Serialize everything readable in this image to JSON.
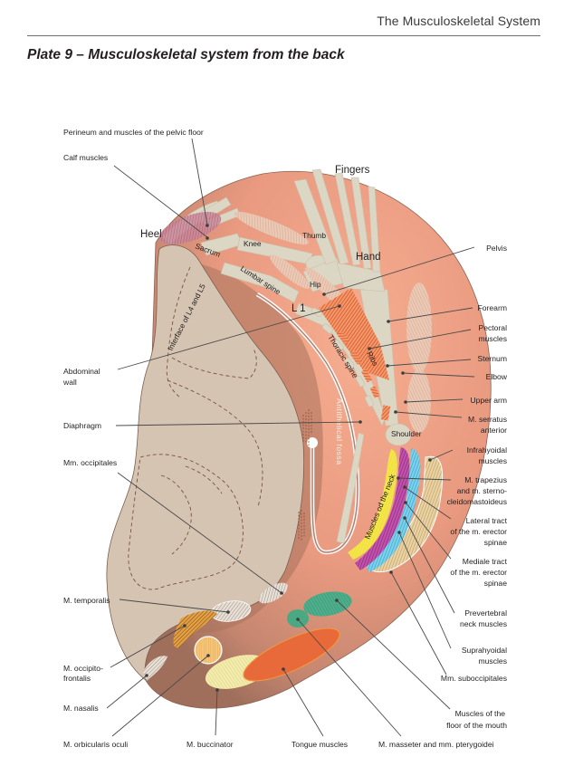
{
  "header": {
    "running_head": "The Musculoskeletal System",
    "plate_title": "Plate 9 – Musculoskeletal system from the back"
  },
  "figure": {
    "region_labels": {
      "fingers": "Fingers",
      "heel": "Heel",
      "hand": "Hand",
      "thumb": "Thumb",
      "knee": "Knee",
      "sacrum": "Sacrum",
      "hip": "Hip",
      "lumbar_spine": "Lumbar spine",
      "l1": "L 1",
      "thoracic_spine": "Thoracic spine",
      "ribs": "Ribs",
      "shoulder": "Shoulder",
      "interface_l4_l5": "Interface of L4 and L5",
      "antithelical_fossa": "Antithelical fossa",
      "muscles_of_neck": "Muscles od the neck"
    },
    "callouts_left": [
      {
        "id": "perineum",
        "lines": [
          "Perineum and muscles of the pelvic floor"
        ]
      },
      {
        "id": "calf",
        "lines": [
          "Calf muscles"
        ]
      },
      {
        "id": "abdominal",
        "lines": [
          "Abdominal",
          "wall"
        ]
      },
      {
        "id": "diaphragm",
        "lines": [
          "Diaphragm"
        ]
      },
      {
        "id": "occipitales",
        "lines": [
          "Mm. occipitales"
        ]
      },
      {
        "id": "temporalis",
        "lines": [
          "M. temporalis"
        ]
      },
      {
        "id": "occipitofrontalis",
        "lines": [
          "M. occipito-",
          "frontalis"
        ]
      },
      {
        "id": "nasalis",
        "lines": [
          "M. nasalis"
        ]
      }
    ],
    "callouts_bottom": [
      {
        "id": "orbicularis",
        "lines": [
          "M. orbicularis oculi"
        ]
      },
      {
        "id": "buccinator",
        "lines": [
          "M. buccinator"
        ]
      },
      {
        "id": "tongue",
        "lines": [
          "Tongue muscles"
        ]
      },
      {
        "id": "masseter",
        "lines": [
          "M. masseter and mm. pterygoidei"
        ]
      }
    ],
    "callouts_right": [
      {
        "id": "pelvis",
        "lines": [
          "Pelvis"
        ]
      },
      {
        "id": "forearm",
        "lines": [
          "Forearm"
        ]
      },
      {
        "id": "pectoral",
        "lines": [
          "Pectoral",
          "muscles"
        ]
      },
      {
        "id": "sternum",
        "lines": [
          "Sternum"
        ]
      },
      {
        "id": "elbow",
        "lines": [
          "Elbow"
        ]
      },
      {
        "id": "upper_arm",
        "lines": [
          "Upper arm"
        ]
      },
      {
        "id": "serratus",
        "lines": [
          "M. serratus",
          "anterior"
        ]
      },
      {
        "id": "infrahyoidal",
        "lines": [
          "Infrahyoidal",
          "muscles"
        ]
      },
      {
        "id": "trapezius",
        "lines": [
          "M. trapezius",
          "and m. sterno-",
          "cleidomastoideus"
        ]
      },
      {
        "id": "lateral_tract",
        "lines": [
          "Lateral tract",
          "of the m. erector",
          "spinae"
        ]
      },
      {
        "id": "mediale_tract",
        "lines": [
          "Mediale tract",
          "of the m. erector",
          "spinae"
        ]
      },
      {
        "id": "prevertebral",
        "lines": [
          "Prevertebral",
          "neck muscles"
        ]
      },
      {
        "id": "suprahyoidal",
        "lines": [
          "Suprahyoidal",
          "muscles"
        ]
      },
      {
        "id": "suboccipitales",
        "lines": [
          "Mm. suboccipitales"
        ]
      },
      {
        "id": "floor_mouth",
        "lines": [
          "Muscles of the",
          "floor of the mouth"
        ]
      }
    ],
    "colors": {
      "skin_light": "#f0a488",
      "skin_dark": "#a9755f",
      "concha_beige": "#d4c2b0",
      "bone": "#dcd6c4",
      "muscle_orange": "#e8622c",
      "trapezius_yellow": "#f2e33c",
      "lateral_tract_magenta": "#a0338c",
      "mediale_tract_cyan": "#3fb4d8",
      "neck_tan": "#c9a05a",
      "tongue_orange": "#e86a3a",
      "floor_mouth_green": "#3d9a7a",
      "buccinator_yellow": "#eadf8c",
      "orbicularis_gold": "#f0c070",
      "calf_pink": "#b56a80"
    }
  }
}
